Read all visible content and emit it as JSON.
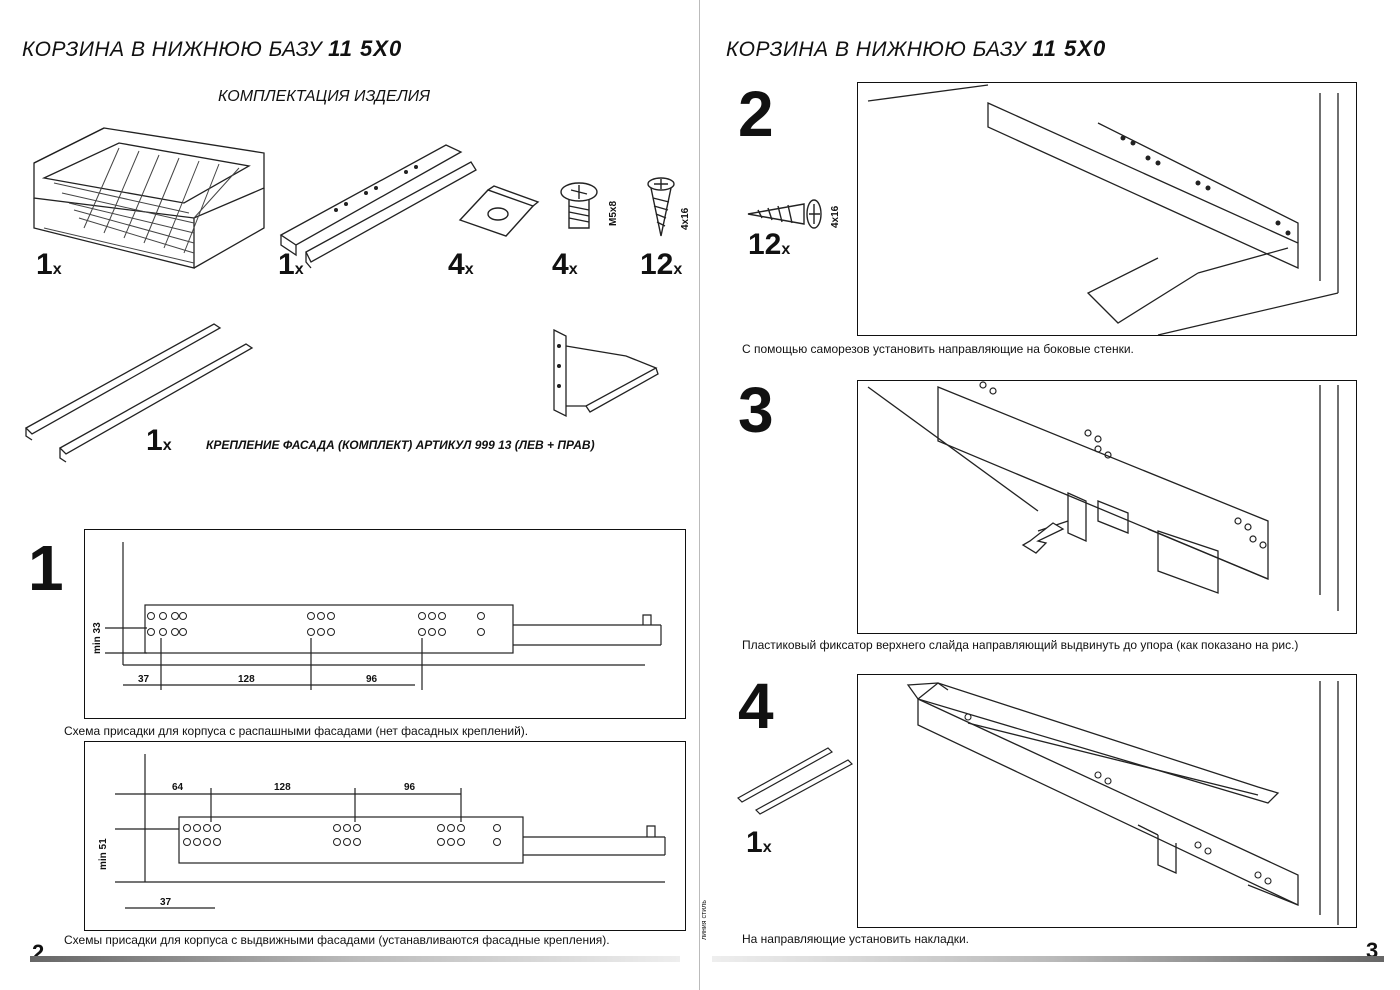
{
  "product_title": "КОРЗИНА В НИЖНЮЮ БАЗУ",
  "product_code": "11 5Х0",
  "kit_heading": "КОМПЛЕКТАЦИЯ ИЗДЕЛИЯ",
  "kit_items": [
    {
      "name": "basket",
      "qty": "1",
      "unit": "x"
    },
    {
      "name": "slides",
      "qty": "1",
      "unit": "x"
    },
    {
      "name": "clip",
      "qty": "4",
      "unit": "x"
    },
    {
      "name": "screw-m5",
      "qty": "4",
      "unit": "x",
      "label": "M5x8"
    },
    {
      "name": "screw-wood",
      "qty": "12",
      "unit": "x",
      "label": "4x16"
    }
  ],
  "facade_mount": {
    "qty": "1",
    "unit": "x",
    "caption": "КРЕПЛЕНИЕ ФАСАДА (КОМПЛЕКТ) АРТИКУЛ 999 13 (ЛЕВ + ПРАВ)"
  },
  "step1": {
    "number": "1",
    "diagram_a": {
      "dims": [
        "37",
        "128",
        "96"
      ],
      "vertical": "min 33",
      "caption": "Схема присадки для корпуса с распашными фасадами (нет фасадных креплений)."
    },
    "diagram_b": {
      "dims": [
        "64",
        "128",
        "96",
        "37"
      ],
      "vertical": "min 51",
      "caption": "Схемы присадки для корпуса с выдвижными фасадами (устанавливаются фасадные крепления)."
    }
  },
  "step2": {
    "number": "2",
    "qty": "12",
    "unit": "x",
    "label": "4x16",
    "caption": "С помощью саморезов установить направляющие на боковые стенки."
  },
  "step3": {
    "number": "3",
    "caption": "Пластиковый фиксатор верхнего слайда направляющий выдвинуть до упора (как показано на рис.)"
  },
  "step4": {
    "number": "4",
    "qty": "1",
    "unit": "x",
    "caption": "На направляющие установить накладки."
  },
  "page_left": "2",
  "page_right": "3",
  "spine_text": "линия стиль"
}
